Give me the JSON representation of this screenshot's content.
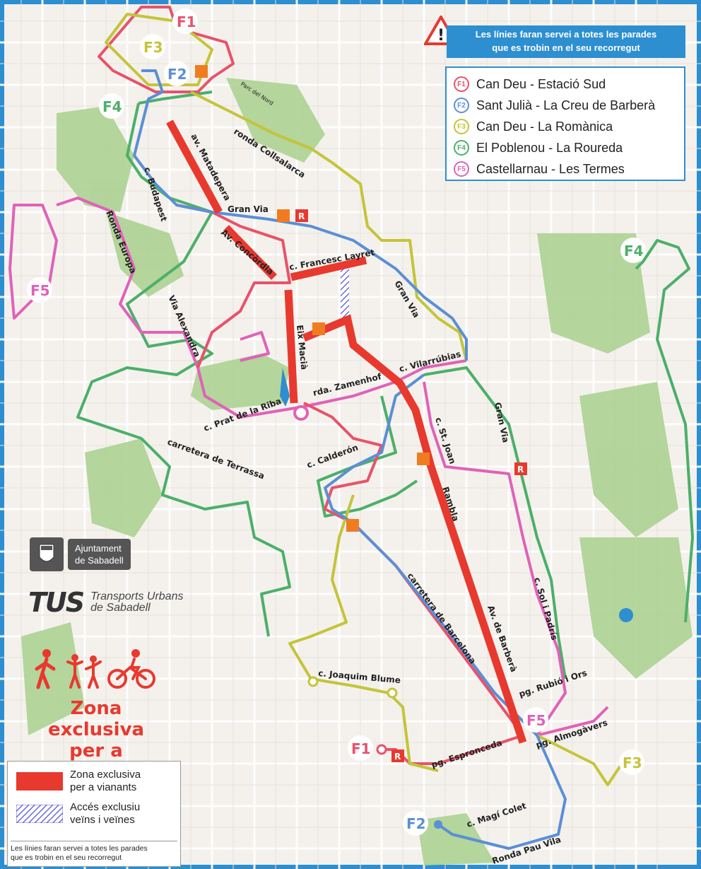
{
  "warning": {
    "text_line1": "Les línies faran servei a totes les parades",
    "text_line2": "que es trobin en el seu recorregut"
  },
  "lines": [
    {
      "code": "F1",
      "name": "Can Deu - Estació Sud",
      "color": "#e8526a"
    },
    {
      "code": "F2",
      "name": "Sant Julià - La Creu de Barberà",
      "color": "#5b8fd6"
    },
    {
      "code": "F3",
      "name": "Can Deu - La Romànica",
      "color": "#c4c43a"
    },
    {
      "code": "F4",
      "name": "El Poblenou - La Roureda",
      "color": "#4caf6a"
    },
    {
      "code": "F5",
      "name": "Castellarnau - Les Termes",
      "color": "#e062b8"
    }
  ],
  "colors": {
    "pedestrian_zone": "#e8392f",
    "residents_access": "#6a6ad8",
    "water": "#2d8fd0",
    "park": "#a8d08d"
  },
  "streets": {
    "matadepera": "av. Matadepera",
    "collsalarca": "ronda Collsalarca",
    "parc_nord": "Parc del Nord",
    "budapest": "c. Budapest",
    "gran_via_top": "Gran Via",
    "concordia": "Av. Concòrdia",
    "layret": "c. Francesc Layret",
    "gran_via_mid": "Gran Via",
    "gran_via_east": "Gran Via",
    "ronda_europa": "Ronda Europa",
    "alexandra": "Via Alexandra",
    "eix_macia": "Eix Macià",
    "vilarrubias": "c. Vilarrúbias",
    "zamenhof": "rda. Zamenhof",
    "prat_riba": "c. Prat de la Riba",
    "st_joan": "c. St. Joan",
    "terrassa": "carretera de Terrassa",
    "calderon": "c. Calderón",
    "rambla": "Rambla",
    "sol_padris": "c. Sol i Padrís",
    "ctra_barcelona": "carretera de Barcelona",
    "av_barbera": "Av. de Barberà",
    "joaquim_blume": "c. Joaquim Blume",
    "rubio_ors": "pg. Rubió i Ors",
    "espronceda": "pg. Espronceda",
    "almogavers": "pg. Almogàvers",
    "magi_colet": "c. Magí Colet",
    "pau_vila": "Ronda Pau Vila"
  },
  "map_badges": {
    "f1_top": "F1",
    "f2_top": "F2",
    "f3_top": "F3",
    "f4_top": "F4",
    "f4_east": "F4",
    "f5_west": "F5",
    "f5_south": "F5",
    "f1_south": "F1",
    "f2_south": "F2",
    "f3_south": "F3",
    "renfe": "R"
  },
  "ajuntament": {
    "line1": "Ajuntament",
    "line2": "de Sabadell"
  },
  "tus": {
    "logo": "TUS",
    "line1": "Transports Urbans",
    "line2": "de Sabadell"
  },
  "pedestrian": {
    "line1": "Zona exclusiva",
    "line2": "per a vianants"
  },
  "legend": {
    "zone_line1": "Zona exclusiva",
    "zone_line2": "per a vianants",
    "access_line1": "Accés exclusiu",
    "access_line2": "veïns i veïnes",
    "note_line1": "Les línies faran servei a totes les parades",
    "note_line2": "que es trobin en el seu recorregut"
  }
}
